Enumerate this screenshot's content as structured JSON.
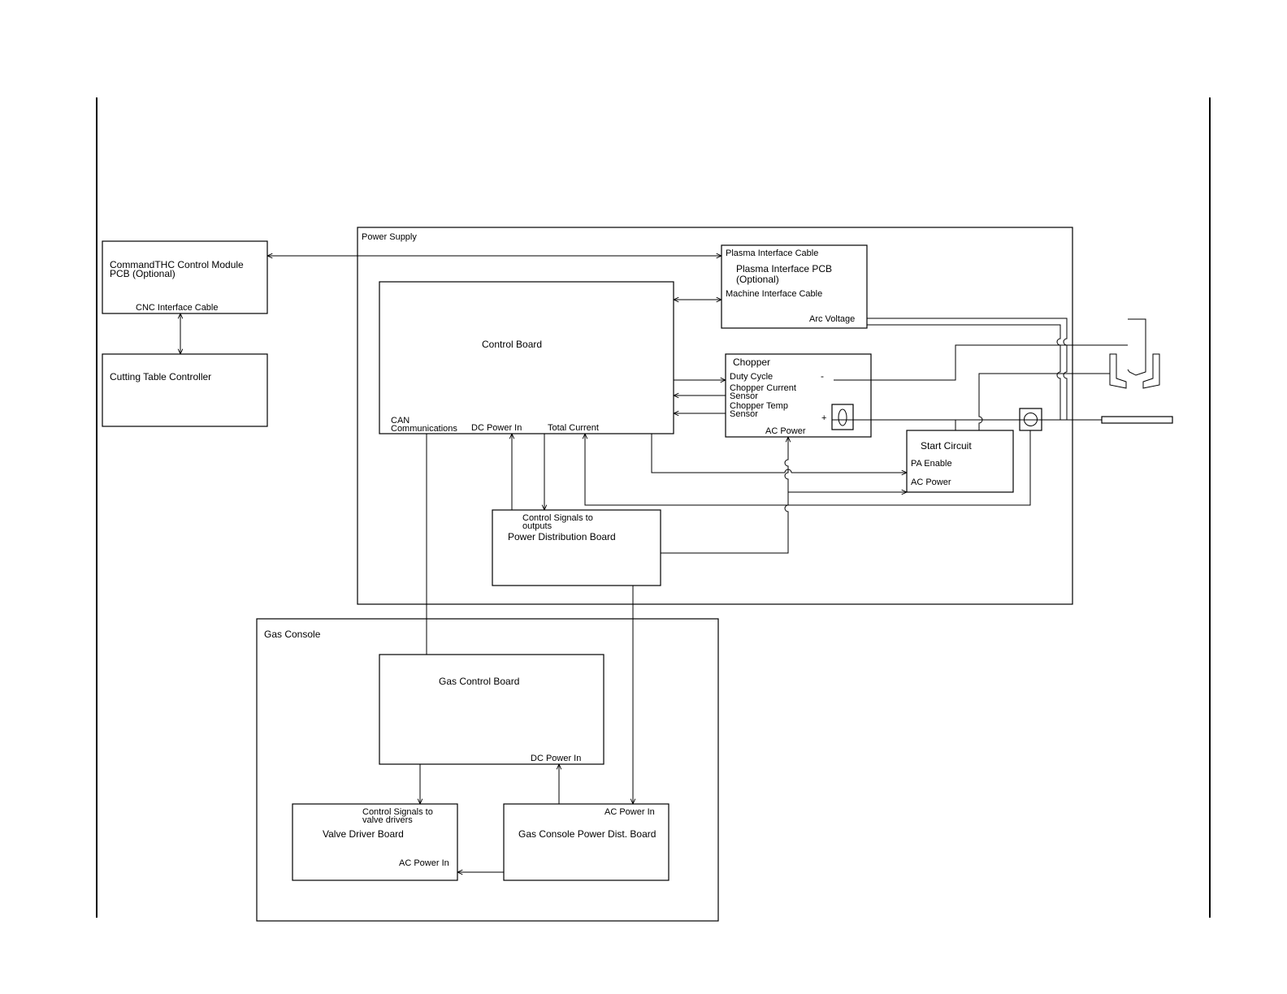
{
  "power_supply": {
    "title": "Power Supply",
    "control_board": {
      "title": "Control Board",
      "can_line1": "CAN",
      "can_line2": "Communications",
      "dc_power_in": "DC Power In",
      "total_current": "Total Current"
    },
    "plasma_interface": {
      "cable_label": "Plasma Interface Cable",
      "title_line1": "Plasma Interface PCB",
      "title_line2": "(Optional)",
      "machine_cable": "Machine Interface Cable",
      "arc_voltage": "Arc Voltage"
    },
    "chopper": {
      "title": "Chopper",
      "duty_cycle": "Duty Cycle",
      "current_sensor_line1": "Chopper Current",
      "current_sensor_line2": "Sensor",
      "temp_sensor_line1": "Chopper Temp",
      "temp_sensor_line2": "Sensor",
      "ac_power": "AC Power",
      "minus": "-",
      "plus": "+"
    },
    "start_circuit": {
      "title": "Start Circuit",
      "pa_enable": "PA Enable",
      "ac_power": "AC Power"
    },
    "power_distribution": {
      "signals_line1": "Control Signals to",
      "signals_line2": "outputs",
      "title": "Power Distribution Board"
    }
  },
  "commandthc": {
    "title_line1": "CommandTHC Control Module",
    "title_line2": "PCB  (Optional)",
    "cnc_cable": "CNC Interface Cable"
  },
  "cutting_table": {
    "title": "Cutting Table Controller"
  },
  "gas_console": {
    "title": "Gas Console",
    "gas_control_board": {
      "title": "Gas Control Board",
      "dc_power_in": "DC Power In"
    },
    "valve_driver": {
      "signals_line1": "Control Signals to",
      "signals_line2": "valve drivers",
      "title": "Valve Driver Board",
      "ac_power_in": "AC Power In"
    },
    "power_dist": {
      "ac_power_in": "AC Power In",
      "title": "Gas Console Power Dist. Board"
    }
  }
}
